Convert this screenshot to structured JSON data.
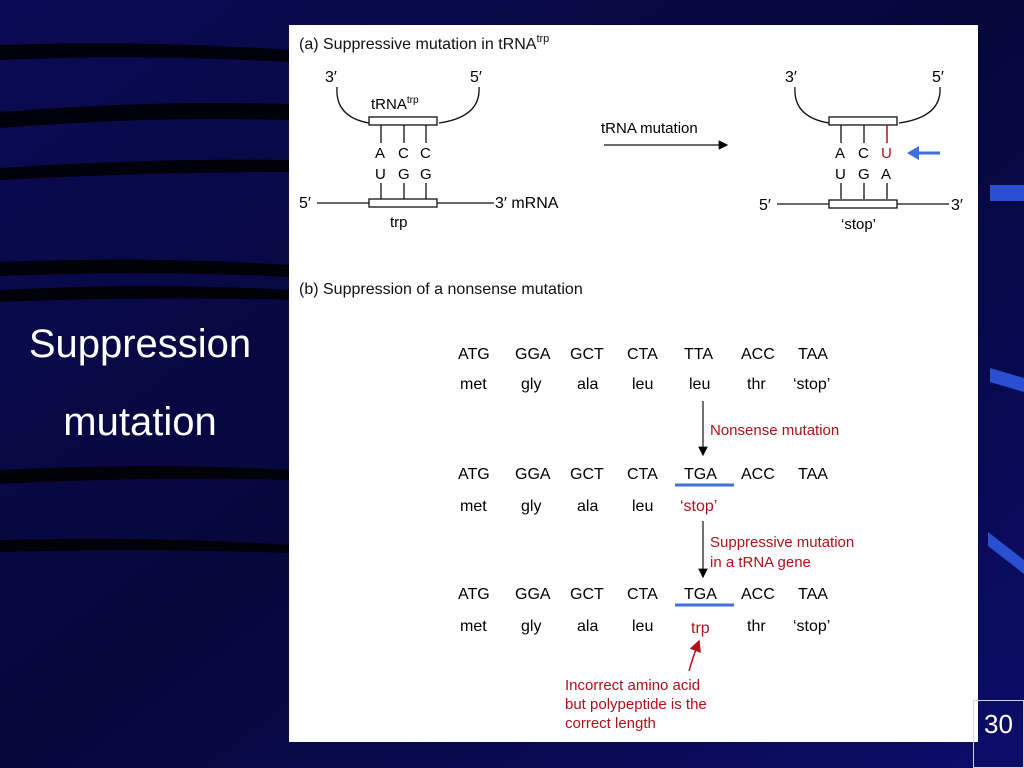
{
  "slide": {
    "title_line1": "Suppression",
    "title_line2": "mutation",
    "page_number": "30"
  },
  "colors": {
    "background": "#06073a",
    "stripe": "#000000",
    "accent_blue": "#3f6fe0",
    "red_text": "#b0101a",
    "panel": "#ffffff"
  },
  "figure": {
    "part_a": {
      "title": "(a) Suppressive mutation in tRNA",
      "title_sup": "trp",
      "left": {
        "end3": "3′",
        "end5": "5′",
        "trna_label": "tRNA",
        "trna_sup": "trp",
        "anticodon": [
          "A",
          "C",
          "C"
        ],
        "codon": [
          "U",
          "G",
          "G"
        ],
        "mrna_5": "5′",
        "mrna_3": "3′ mRNA",
        "codon_label": "trp"
      },
      "arrow_label": "tRNA mutation",
      "right": {
        "end3": "3′",
        "end5": "5′",
        "anticodon": [
          "A",
          "C",
          "U"
        ],
        "codon": [
          "U",
          "G",
          "A"
        ],
        "mrna_5": "5′",
        "mrna_3": "3′",
        "codon_label": "‘stop’"
      }
    },
    "part_b": {
      "title": "(b) Suppression of a nonsense mutation",
      "rows": [
        {
          "codons": [
            "ATG",
            "GGA",
            "GCT",
            "CTA",
            "TTA",
            "ACC",
            "TAA"
          ],
          "amino": [
            "met",
            "gly",
            "ala",
            "leu",
            "leu",
            "thr",
            "‘stop’"
          ]
        },
        {
          "codons": [
            "ATG",
            "GGA",
            "GCT",
            "CTA",
            "TGA",
            "ACC",
            "TAA"
          ],
          "amino": [
            "met",
            "gly",
            "ala",
            "leu",
            "‘stop’",
            "",
            ""
          ]
        },
        {
          "codons": [
            "ATG",
            "GGA",
            "GCT",
            "CTA",
            "TGA",
            "ACC",
            "TAA"
          ],
          "amino": [
            "met",
            "gly",
            "ala",
            "leu",
            "trp",
            "thr",
            "‘stop’"
          ]
        }
      ],
      "step1": "Nonsense mutation",
      "step2_line1": "Suppressive mutation",
      "step2_line2": "in a tRNA gene",
      "note_line1": "Incorrect amino acid",
      "note_line2": "but polypeptide is the",
      "note_line3": "correct length"
    }
  }
}
